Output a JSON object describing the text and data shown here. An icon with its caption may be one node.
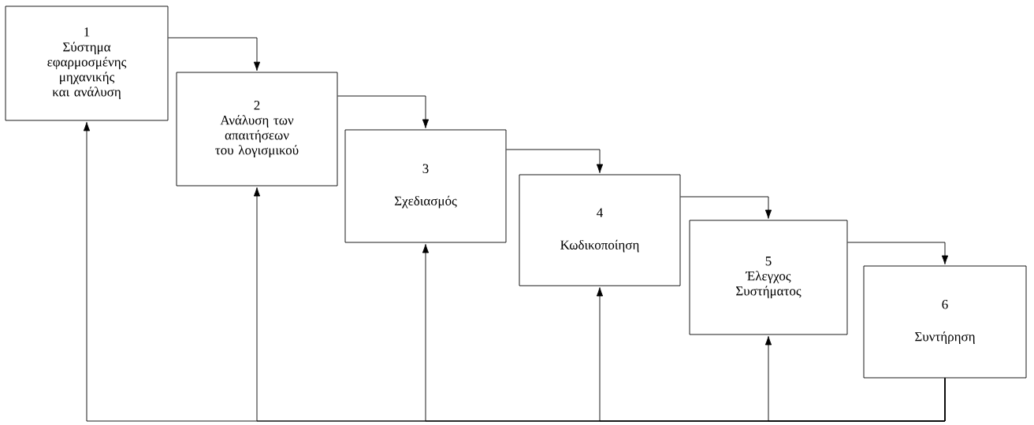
{
  "diagram": {
    "nodes": [
      {
        "text": [
          "1",
          "Σύστημα εφαρμοσμένης μηχανικής και ανάλυση"
        ]
      },
      {
        "text": [
          "2",
          "Ανάλυση των απαιτήσεων του λογισμικού"
        ]
      },
      {
        "text": [
          "3",
          "Σχεδιασμός"
        ]
      },
      {
        "text": [
          "4",
          "Κωδικοποίηση"
        ]
      },
      {
        "text": [
          "5",
          "Έλεγχος Συστήματος"
        ]
      },
      {
        "text": [
          "6",
          "Συντήρηση"
        ]
      }
    ],
    "edges": [
      {
        "from": 0,
        "to": 1,
        "arrow": "to"
      },
      {
        "from": 1,
        "to": 2,
        "arrow": "to"
      },
      {
        "from": 2,
        "to": 3,
        "arrow": "to"
      },
      {
        "from": 3,
        "to": 4,
        "arrow": "to"
      },
      {
        "from": 4,
        "to": 5,
        "arrow": "to"
      },
      {
        "from": 5,
        "to": 0,
        "arrow": "to"
      },
      {
        "from": 5,
        "to": 1,
        "arrow": "to"
      },
      {
        "from": 5,
        "to": 2,
        "arrow": "to"
      },
      {
        "from": 5,
        "to": 3,
        "arrow": "to"
      },
      {
        "from": 5,
        "to": 4,
        "arrow": "to"
      }
    ]
  }
}
